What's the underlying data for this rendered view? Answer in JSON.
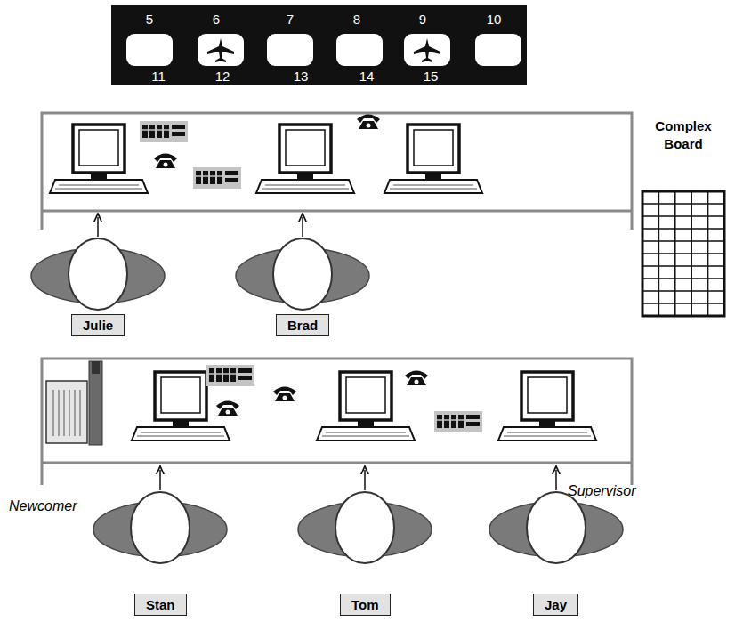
{
  "diagram": {
    "nodes": [
      {
        "text": [
          "Julie"
        ]
      },
      {
        "text": [
          "Brad"
        ]
      },
      {
        "text": [
          "Complex Board"
        ]
      },
      {
        "text": [
          "Stan"
        ]
      },
      {
        "text": [
          "Tom"
        ]
      },
      {
        "text": [
          "Jay"
        ]
      }
    ],
    "labels": [
      "5",
      "6",
      "7",
      "8",
      "9",
      "10",
      "11",
      "12",
      "13",
      "14",
      "15",
      "Newcomer",
      "Supervisor"
    ]
  }
}
